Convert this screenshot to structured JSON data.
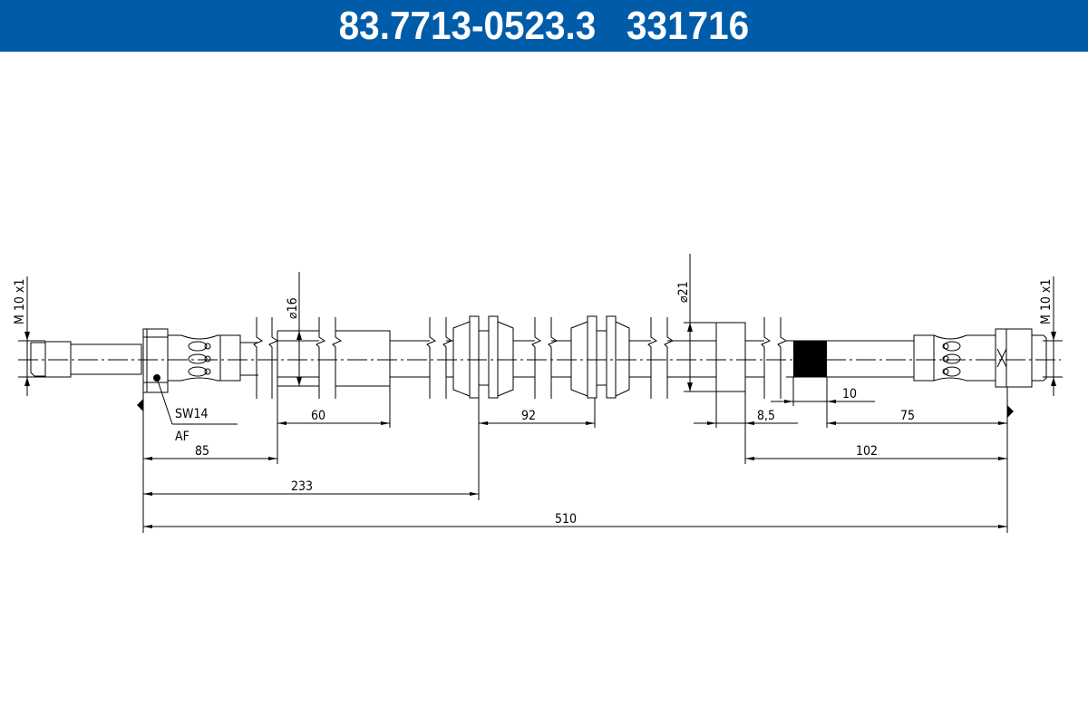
{
  "header": {
    "part_number": "83.7713-0523.3",
    "ref_number": "331716",
    "background_color": "#005ca9",
    "text_color": "#ffffff"
  },
  "drawing": {
    "type": "brake hose technical drawing",
    "left_thread": "M 10 x1",
    "right_thread": "M 10 x1",
    "wrench_size": "SW14",
    "wrench_size_alt": "AF",
    "diameter_sleeve_1": "16",
    "diameter_sleeve_2": "21",
    "dimensions": {
      "sleeve_length": "60",
      "grommet_spacing": "92",
      "offset_left": "85",
      "offset_grommet": "233",
      "total_length": "510",
      "sleeve_2_length": "8,5",
      "marking_width": "10",
      "marking_to_end": "75",
      "sleeve_2_to_end": "102"
    }
  }
}
